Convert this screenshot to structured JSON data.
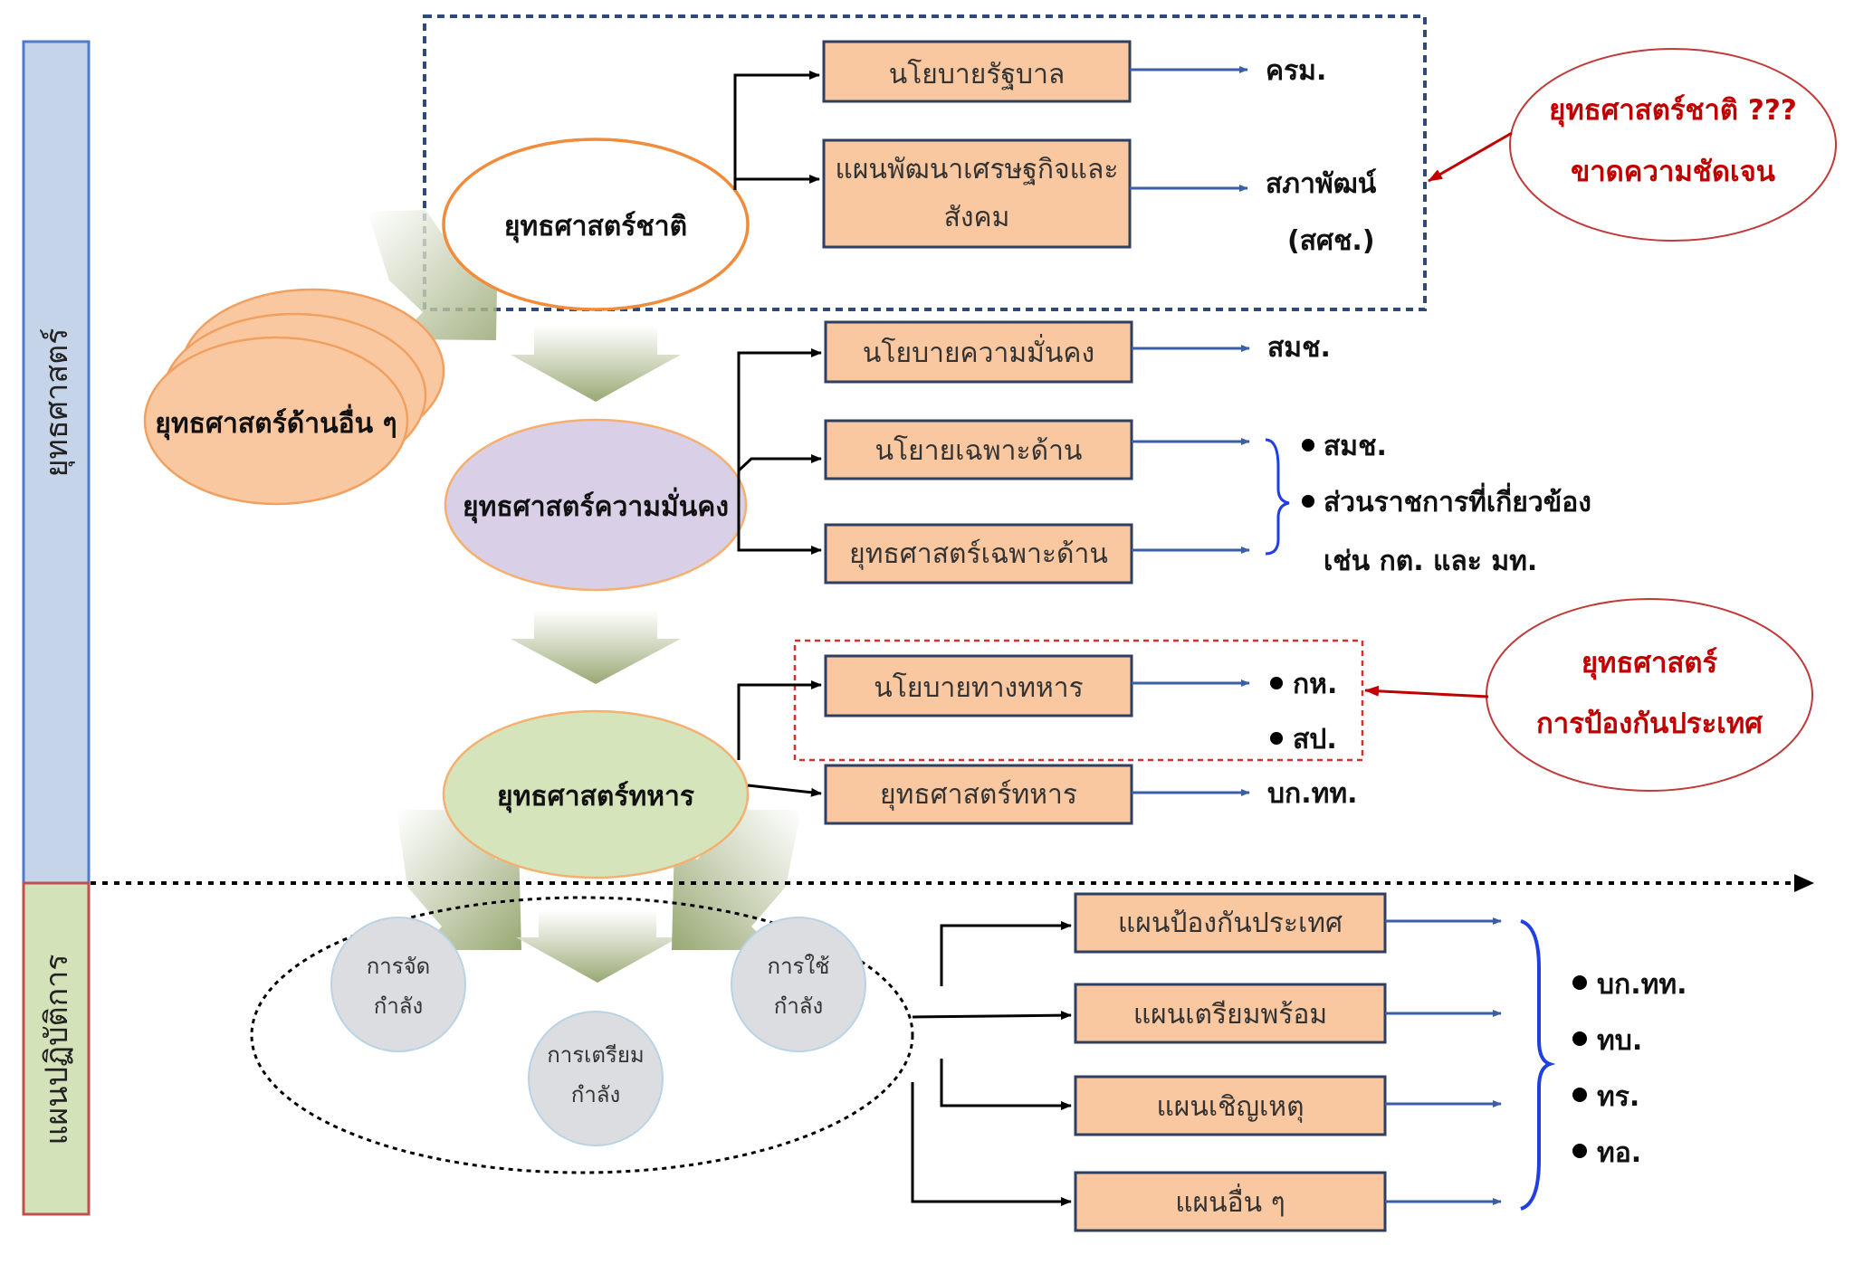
{
  "side_labels": {
    "top": "ยุทธศาสตร์",
    "bottom": "แผนปฏิบัติการ"
  },
  "national": {
    "ellipse": "ยุทธศาสตร์ชาติ",
    "boxes": [
      {
        "lines": [
          "นโยบายรัฐบาล"
        ],
        "target": [
          "ครม."
        ]
      },
      {
        "lines": [
          "แผนพัฒนาเศรษฐกิจและ",
          "สังคม"
        ],
        "target": [
          "สภาพัฒน์",
          "(สศช.)"
        ]
      }
    ],
    "note": [
      "ยุทธศาสตร์ชาติ ???",
      "ขาดความชัดเจน"
    ]
  },
  "other_strategy": "ยุทธศาสตร์ด้านอื่น ๆ",
  "security": {
    "ellipse": "ยุทธศาสตร์ความมั่นคง",
    "boxes": [
      "นโยบายความมั่นคง",
      "นโยายเฉพาะด้าน",
      "ยุทธศาสตร์เฉพาะด้าน"
    ],
    "target_first": "สมช.",
    "bullets": [
      "สมช.",
      "ส่วนราชการที่เกี่ยวข้อง",
      "เช่น กต. และ มท."
    ]
  },
  "military": {
    "ellipse": "ยุทธศาสตร์ทหาร",
    "boxes": [
      "นโยบายทางทหาร",
      "ยุทธศาสตร์ทหาร"
    ],
    "policy_targets": [
      "กห.",
      "สป."
    ],
    "strategy_target": "บก.ทท.",
    "note": [
      "ยุทธศาสตร์",
      "การป้องกันประเทศ"
    ]
  },
  "force": {
    "circles": [
      [
        "การจัด",
        "กำลัง"
      ],
      [
        "การเตรียม",
        "กำลัง"
      ],
      [
        "การใช้",
        "กำลัง"
      ]
    ]
  },
  "plans": {
    "boxes": [
      "แผนป้องกันประเทศ",
      "แผนเตรียมพร้อม",
      "แผนเชิญเหตุ",
      "แผนอื่น ๆ"
    ],
    "targets": [
      "บก.ทท.",
      "ทบ.",
      "ทร.",
      "ทอ."
    ]
  },
  "colors": {
    "box_fill": "#fac8a0",
    "box_stroke": "#2f3f62",
    "national_fill": "#ffffff",
    "national_stroke": "#f08c3c",
    "other_fill": "#fac8a0",
    "other_stroke": "#f0a060",
    "security_fill": "#d9d0e8",
    "security_stroke": "#f5b070",
    "military_fill": "#d6e4bb",
    "military_stroke": "#f5b070",
    "force_fill": "#dcdde0",
    "force_stroke": "#b9d3e6",
    "note_stroke": "#c03a3a",
    "note_text": "#c00000",
    "arrow_blue": "#3a5ea8",
    "brace_blue": "#1f3fe0",
    "side_top_fill": "#c5d4e8",
    "side_top_stroke": "#4f7cc8",
    "side_bottom_fill": "#d3e2b8",
    "side_bottom_stroke": "#c0504d",
    "chevron": "#aeba8a"
  }
}
